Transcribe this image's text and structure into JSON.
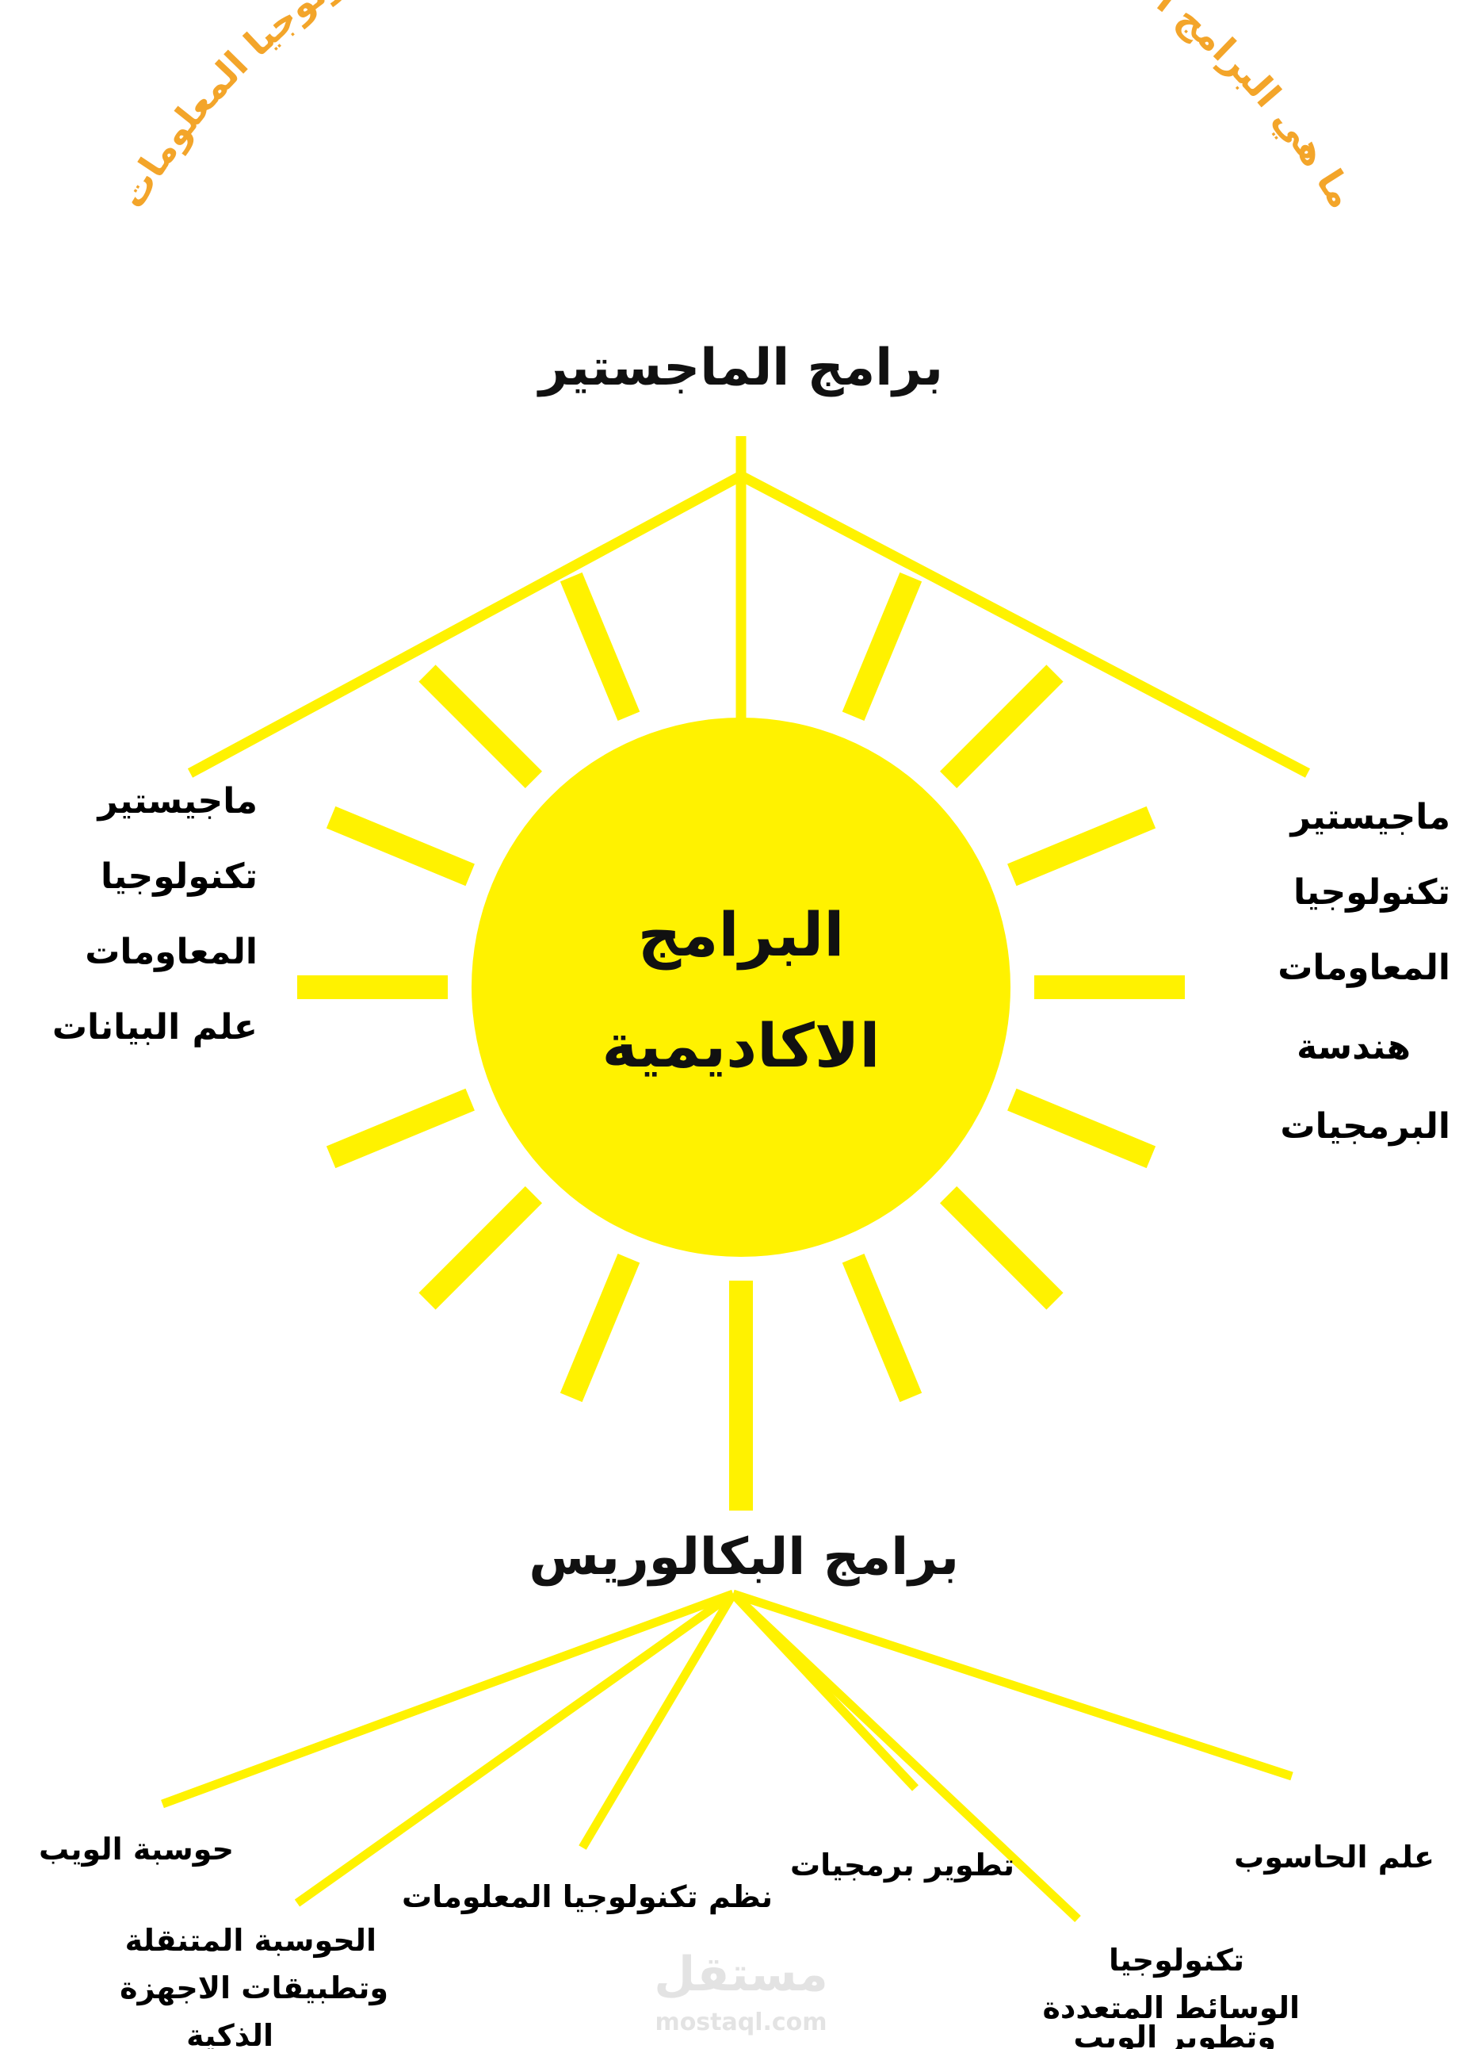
{
  "colors": {
    "sun": "#fff200",
    "ray": "#fff200",
    "line": "#fff200",
    "arc_text": "#f3a52a",
    "text": "#111111",
    "watermark": "#e3e3e3"
  },
  "header_arc": {
    "text": "ما هي البرامج الاكاديمية التي تقدمها الجامعة الاسلامية لكلية تكنولوجيا المعلومات"
  },
  "center": {
    "line1": "البرامج",
    "line2": "الاكاديمية"
  },
  "masters": {
    "heading": "برامج الماجستير",
    "left_items": [
      "ماجيستير",
      "تكنولوجيا",
      "المعاومات",
      "علم البيانات"
    ],
    "right_items": [
      "ماجيستير",
      "تكنولوجيا",
      "المعاومات",
      "هندسة",
      "البرمجيات"
    ]
  },
  "bachelor": {
    "heading": "برامج البكالوريس",
    "programs": {
      "web_computing": "حوسبة الويب",
      "mobile": [
        "الحوسبة المتنقلة",
        "وتطبيقات الاجهزة",
        "الذكية"
      ],
      "it_systems": "نظم تكنولوجيا المعلومات",
      "software_dev": "تطوير برمجيات",
      "multimedia": [
        "تكنولوجيا",
        "الوسائط المتعددة",
        "وتطوير الويب"
      ],
      "computer_science": "علم الحاسوب"
    }
  },
  "watermark": {
    "text": "مستقل",
    "sub": "mostaql.com"
  }
}
